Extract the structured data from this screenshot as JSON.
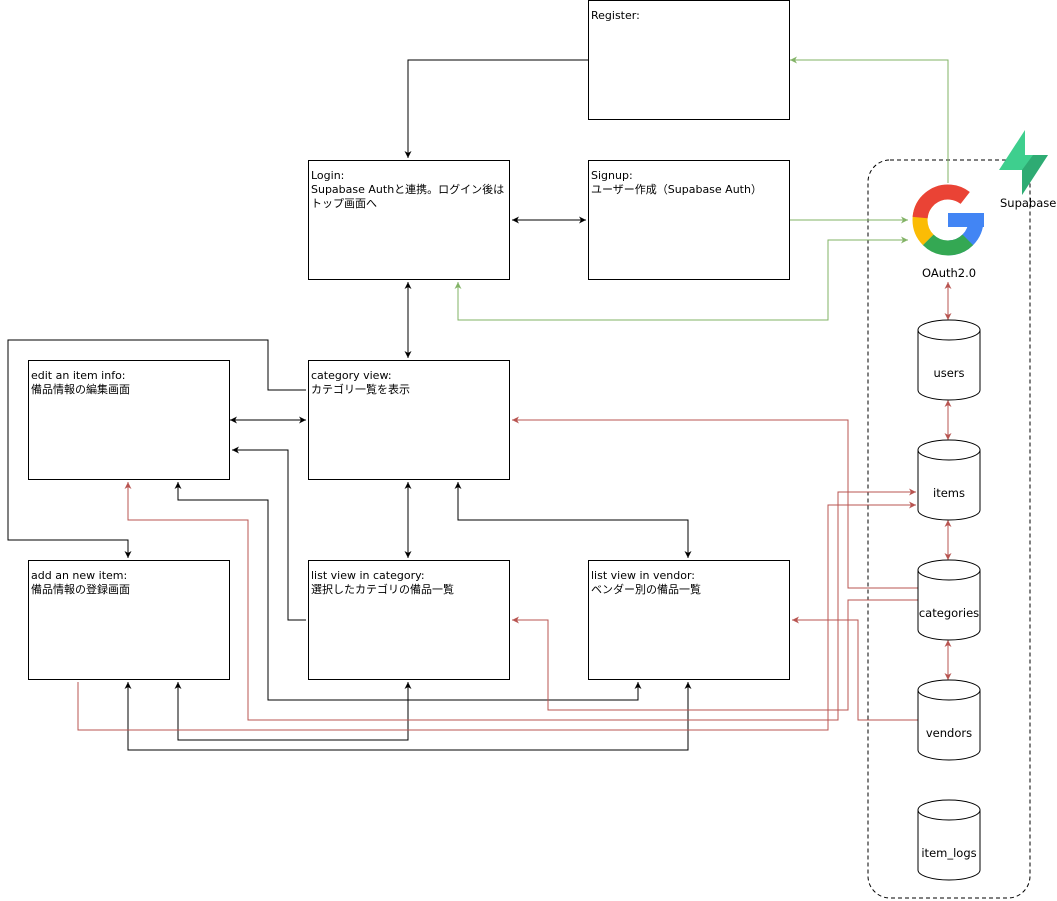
{
  "screens": {
    "register": {
      "title": "Register:",
      "desc": ""
    },
    "login": {
      "title": "Login:",
      "desc": "Supabase Authと連携。ログイン後はトップ画面へ"
    },
    "signup": {
      "title": "Signup:",
      "desc": "ユーザー作成（Supabase Auth）"
    },
    "edit_item": {
      "title": "edit an item info:",
      "desc": "備品情報の編集画面"
    },
    "category_view": {
      "title": "category view:",
      "desc": "カテゴリ一覧を表示"
    },
    "add_item": {
      "title": "add an new item:",
      "desc": "備品情報の登録画面"
    },
    "list_category": {
      "title": "list view in category:",
      "desc": "選択したカテゴリの備品一覧"
    },
    "list_vendor": {
      "title": "list view in vendor:",
      "desc": "ベンダー別の備品一覧"
    }
  },
  "backend": {
    "supabase_label": "Supabase",
    "oauth_label": "OAuth2.0",
    "tables": [
      "users",
      "items",
      "categories",
      "vendors",
      "item_logs"
    ]
  },
  "icons": {
    "supabase": "supabase-logo-icon",
    "google": "google-logo-icon",
    "database": "database-cylinder-icon"
  },
  "colors": {
    "screen_flow": "#000000",
    "auth_flow": "#82b366",
    "data_flow": "#b85450",
    "supabase_green": "#3ecf8e"
  }
}
